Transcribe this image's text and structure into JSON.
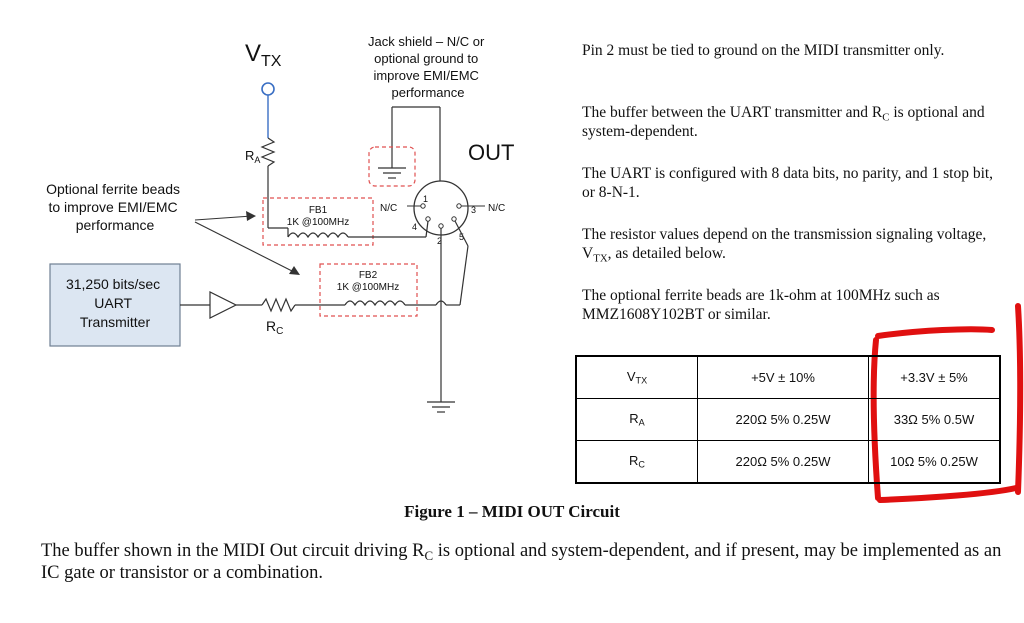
{
  "diagram": {
    "vtx_main": "V",
    "vtx_sub": "TX",
    "ra_main": "R",
    "ra_sub": "A",
    "rc_main": "R",
    "rc_sub": "C",
    "jack_note": [
      "Jack shield – N/C or",
      "optional ground to",
      "improve EMI/EMC",
      "performance"
    ],
    "out_label": "OUT",
    "ferrite_note": [
      "Optional ferrite beads",
      "to improve EMI/EMC",
      "performance"
    ],
    "uart_box": [
      "31,250 bits/sec",
      "UART",
      "Transmitter"
    ],
    "fb1_label": "FB1",
    "fb1_value": "1K @100MHz",
    "fb2_label": "FB2",
    "fb2_value": "1K @100MHz",
    "nc_left": "N/C",
    "nc_right": "N/C",
    "pin1": "1",
    "pin2": "2",
    "pin3": "3",
    "pin4": "4",
    "pin5": "5"
  },
  "notes": {
    "n1": "Pin 2 must be tied to ground on the MIDI transmitter only.",
    "n2_pre": "The buffer between the UART transmitter and R",
    "n2_sub": "C",
    "n2_post": " is optional and system-dependent.",
    "n3": "The UART is configured with 8 data bits, no parity, and 1 stop bit, or 8-N-1.",
    "n4_pre": "The resistor values depend on the transmission signaling voltage, V",
    "n4_sub": "TX",
    "n4_post": ", as detailed below.",
    "n5": "The optional ferrite beads are 1k-ohm at 100MHz such as MMZ1608Y102BT or similar."
  },
  "table": {
    "rows": [
      {
        "label_main": "V",
        "label_sub": "TX",
        "v5": "+5V ± 10%",
        "v33": "+3.3V ± 5%"
      },
      {
        "label_main": "R",
        "label_sub": "A",
        "v5": "220Ω 5% 0.25W",
        "v33": "33Ω 5% 0.5W"
      },
      {
        "label_main": "R",
        "label_sub": "C",
        "v5": "220Ω 5% 0.25W",
        "v33": "10Ω 5% 0.25W"
      }
    ]
  },
  "caption": "Figure 1 – MIDI OUT Circuit",
  "paragraph": {
    "pre": "The buffer shown in the MIDI Out circuit driving R",
    "sub": "C",
    "post": " is optional and system-dependent, and if present, may be implemented as an IC gate or transistor or a combination."
  },
  "colors": {
    "highlight": "#e01010",
    "uart_fill": "#dce6f2",
    "dashed_box": "#e05050",
    "vtx_wire": "#3a6fc4"
  }
}
